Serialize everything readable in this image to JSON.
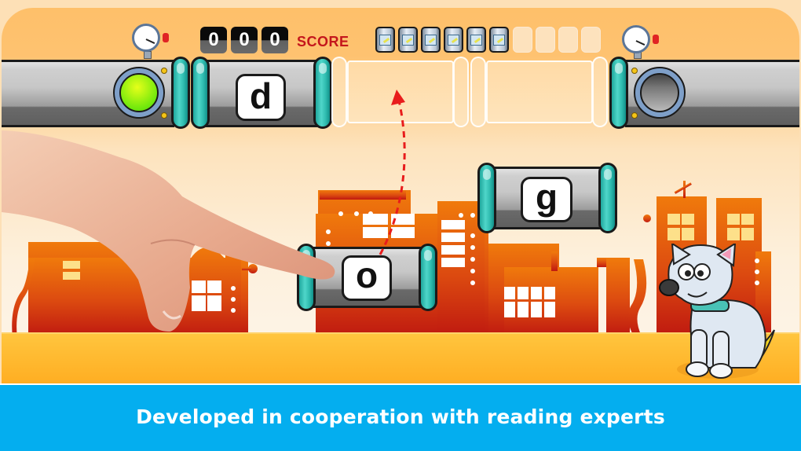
{
  "hud": {
    "score_digits": [
      "0",
      "0",
      "0"
    ],
    "score_label": "SCORE",
    "cans_collected": 6,
    "cans_total": 10
  },
  "pipes": {
    "target_letter": "d",
    "left_indicator": "green-light",
    "right_indicator": "off"
  },
  "tiles": [
    {
      "letter": "o",
      "state": "being-dragged"
    },
    {
      "letter": "g",
      "state": "available"
    }
  ],
  "banner": {
    "text": "Developed in cooperation with reading experts"
  },
  "colors": {
    "banner_bg": "#04aeef",
    "score_label": "#c4161c",
    "collar_teal": "#30bdb1",
    "porthole_green": "#7cf20e",
    "city_orange": "#e8630b",
    "city_red": "#c31c10",
    "ground": "#ffb42a"
  }
}
